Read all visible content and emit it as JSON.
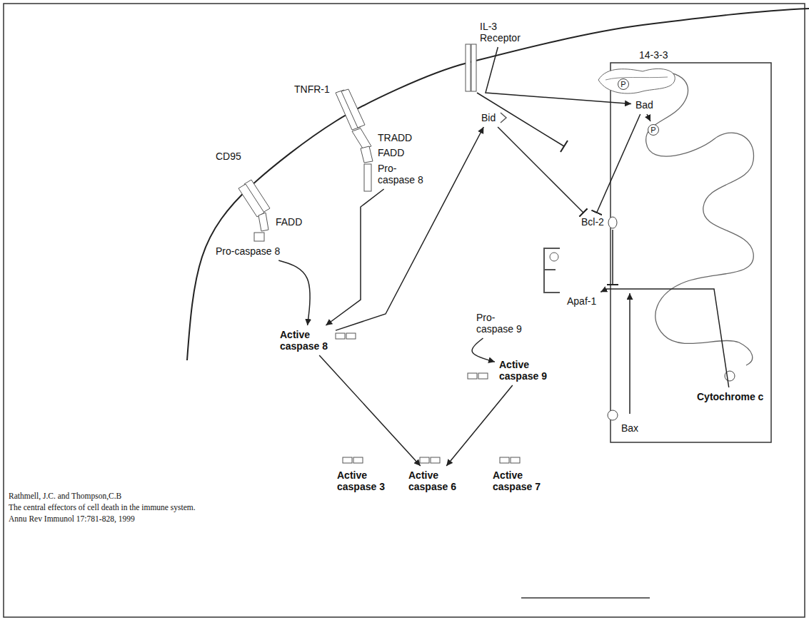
{
  "diagram": {
    "nodes": [
      {
        "text": [
          "IL-3 Receptor"
        ]
      },
      {
        "text": [
          "14-3-3"
        ]
      },
      {
        "text": [
          "Bad"
        ]
      },
      {
        "text": [
          "TNFR-1"
        ]
      },
      {
        "text": [
          "TRADD"
        ]
      },
      {
        "text": [
          "FADD"
        ]
      },
      {
        "text": [
          "Pro-caspase 8"
        ]
      },
      {
        "text": [
          "Bid"
        ]
      },
      {
        "text": [
          "CD95"
        ]
      },
      {
        "text": [
          "FADD"
        ]
      },
      {
        "text": [
          "Bcl-2"
        ]
      },
      {
        "text": [
          "Pro-caspase 8"
        ]
      },
      {
        "text": [
          "Apaf-1"
        ]
      },
      {
        "text": [
          "Pro-caspase 9"
        ]
      },
      {
        "text": [
          "Active caspase 8"
        ]
      },
      {
        "text": [
          "Active caspase 9"
        ]
      },
      {
        "text": [
          "Cytochrome c"
        ]
      },
      {
        "text": [
          "Bax"
        ]
      },
      {
        "text": [
          "Active caspase 3"
        ]
      },
      {
        "text": [
          "Active caspase 6"
        ]
      },
      {
        "text": [
          "Active caspase 7"
        ]
      }
    ],
    "edges": [
      {
        "from": 0,
        "to": 2,
        "arrow": "to"
      },
      {
        "from": 7,
        "to": 10,
        "arrow": "to"
      },
      {
        "from": 2,
        "to": 10,
        "arrow": "to"
      },
      {
        "from": 11,
        "to": 14,
        "arrow": "to"
      },
      {
        "from": 6,
        "to": 14,
        "arrow": "to"
      },
      {
        "from": 14,
        "to": 7,
        "arrow": "to"
      },
      {
        "from": 14,
        "to": 19,
        "arrow": "to"
      },
      {
        "from": 15,
        "to": 19,
        "arrow": "to"
      },
      {
        "from": 13,
        "to": 15,
        "arrow": "to"
      },
      {
        "from": 16,
        "to": 12,
        "arrow": "to"
      }
    ],
    "labels": [
      "P",
      "P",
      "Rathmell, J.C. and Thompson,C.B",
      "The central effectors of cell death in the immune system.",
      "Annu Rev Immunol 17:781-828, 1999"
    ]
  }
}
